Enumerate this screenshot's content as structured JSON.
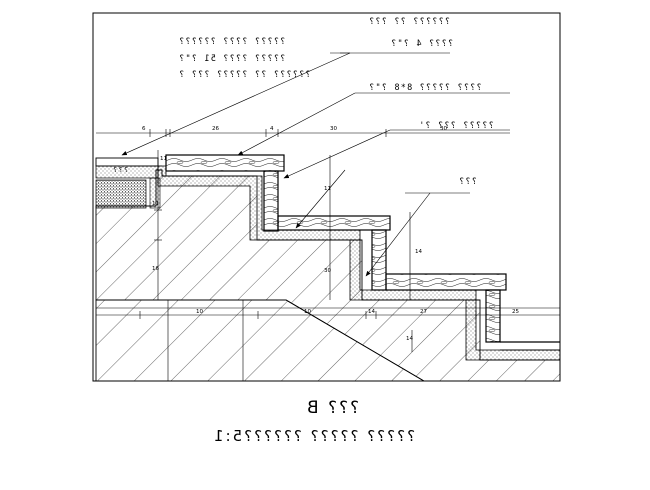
{
  "drawing": {
    "notes": [
      "????? ???? ??????",
      "????? ???? 51 ?\"?",
      "?????? ?? ????? ??? ?",
      "?????? ?? ???",
      "???? 4 ?\"?",
      "???? ????? 8*8 ?\"?",
      "????? ??? ?'",
      "???"
    ],
    "label_tile": "???",
    "dimensions": [
      "6",
      "26",
      "4",
      "30",
      "30",
      "11",
      "11",
      "16",
      "11",
      "30",
      "27",
      "25",
      "14",
      "14",
      "10",
      "10",
      "14"
    ],
    "title": "??? B",
    "subtitle": "????? ????? ??????5:1"
  },
  "colors": {
    "line": "#000000",
    "paper": "#ffffff",
    "stipple": "#333333"
  }
}
